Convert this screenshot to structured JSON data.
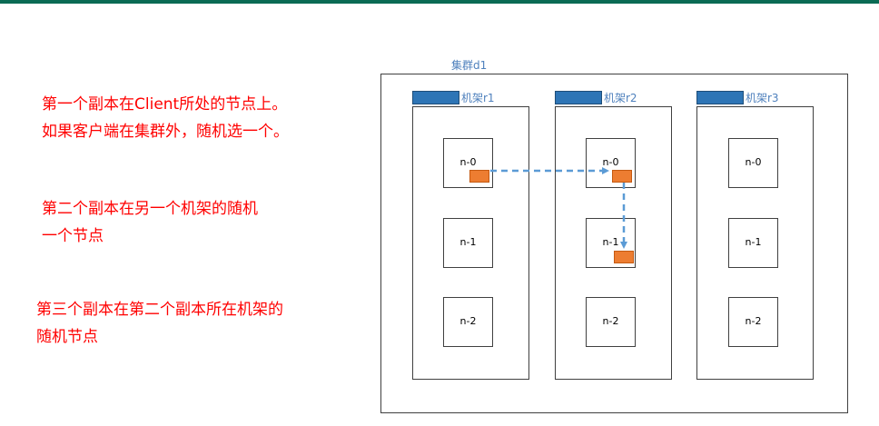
{
  "descriptions": [
    [
      "第一个副本在Client所处的节点上。",
      "如果客户端在集群外，随机选一个。"
    ],
    [
      "第二个副本在另一个机架的随机",
      "一个节点"
    ],
    [
      "第三个副本在第二个副本所在机架的",
      "随机节点"
    ]
  ],
  "cluster": {
    "label": "集群d1"
  },
  "racks": [
    {
      "label": "机架r1",
      "nodes": [
        "n-0",
        "n-1",
        "n-2"
      ]
    },
    {
      "label": "机架r2",
      "nodes": [
        "n-0",
        "n-1",
        "n-2"
      ]
    },
    {
      "label": "机架r3",
      "nodes": [
        "n-0",
        "n-1",
        "n-2"
      ]
    }
  ],
  "colors": {
    "top_bar": "#0b6b54",
    "description_text": "#ff0000",
    "rack_tab": "#2e75b6",
    "label_text": "#4f81bd",
    "replica_block": "#ed7d31",
    "arrow": "#5b9bd5"
  }
}
